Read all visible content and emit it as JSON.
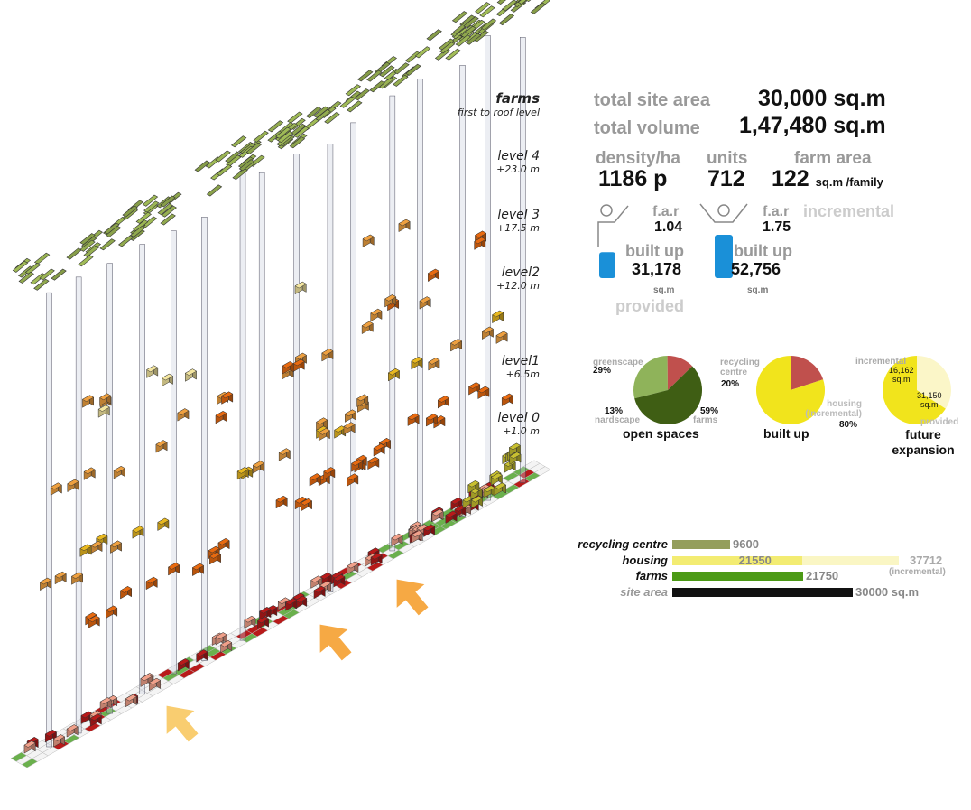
{
  "levels": [
    {
      "name": "farms",
      "height": "first to roof level"
    },
    {
      "name": "level 4",
      "height": "+23.0 m"
    },
    {
      "name": "level 3",
      "height": "+17.5 m"
    },
    {
      "name": "level2",
      "height": "+12.0 m"
    },
    {
      "name": "level1",
      "height": "+6.5m"
    },
    {
      "name": "level 0",
      "height": "+1.0 m"
    }
  ],
  "stats": {
    "site_area_label": "total site area",
    "site_area_value": "30,000 sq.m",
    "volume_label": "total volume",
    "volume_value": "1,47,480 sq.m",
    "density_label": "density/ha",
    "density_value": "1186 p",
    "units_label": "units",
    "units_value": "712",
    "farm_area_label": "farm area",
    "farm_area_value": "122",
    "farm_area_unit": "sq.m /family",
    "provided": {
      "far_label": "f.a.r",
      "far_value": "1.04",
      "built_label": "built up",
      "built_value": "31,178",
      "unit": "sq.m",
      "caption": "provided",
      "fill_fraction": 0.45
    },
    "incremental": {
      "far_label": "f.a.r",
      "far_value": "1.75",
      "built_label": "built up",
      "built_value": "52,756",
      "unit": "sq.m",
      "caption": "incremental",
      "fill_fraction": 0.75
    }
  },
  "pies": [
    {
      "title": "open spaces",
      "slices": [
        {
          "label": "greenscape",
          "value": 29,
          "pct": "29%",
          "color": "#8fb35a"
        },
        {
          "label": "nardscape",
          "value": 13,
          "pct": "13%",
          "color": "#c0504d"
        },
        {
          "label": "farms",
          "value": 59,
          "pct": "59%",
          "color": "#3f5e14"
        }
      ]
    },
    {
      "title": "built up",
      "slices": [
        {
          "label": "recycling centre",
          "value": 20,
          "pct": "20%",
          "color": "#c0504d"
        },
        {
          "label": "housing (Incremental)",
          "value": 80,
          "pct": "80%",
          "color": "#f1e41c"
        }
      ]
    },
    {
      "title": "future expansion",
      "slices": [
        {
          "label": "incremental",
          "value": 16162,
          "amount": "16,162",
          "unit": "sq.m",
          "color": "#fbf6c8"
        },
        {
          "label": "provided",
          "value": 31150,
          "amount": "31,150",
          "unit": "sq.m",
          "color": "#f1e41c"
        }
      ]
    }
  ],
  "bars": {
    "max": 30000,
    "items": [
      {
        "label": "recycling centre",
        "value": 9600,
        "text": "9600",
        "color": "#949e5c"
      },
      {
        "label": "housing",
        "value": 21550,
        "text": "21550",
        "color": "#f3ec72",
        "extra_value": 37712,
        "extra_text": "37712",
        "extra_note": "(incremental)",
        "extra_color": "#faf6c4"
      },
      {
        "label": "farms",
        "value": 21750,
        "text": "21750",
        "color": "#4c9a16"
      },
      {
        "label": "site area",
        "value": 30000,
        "text": "30000 sq.m",
        "color": "#111111"
      }
    ]
  },
  "colors": {
    "roof": "#9bb554",
    "level0": "#b81a1a",
    "level0b": "#f0a08a",
    "level1": "#e86a10",
    "level2": "#eea040",
    "level3": "#e8b820",
    "level4": "#f4e6a0",
    "ground_green": "#6ab04c",
    "arrow": "#f5a030",
    "figure_fill": "#1a90d8"
  }
}
